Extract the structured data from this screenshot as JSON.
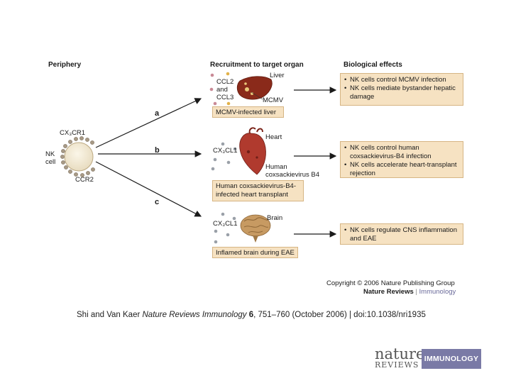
{
  "headers": {
    "periphery": "Periphery",
    "recruitment": "Recruitment to target organ",
    "effects": "Biological effects"
  },
  "cell": {
    "receptor_top": "CX₃CR1",
    "name": "NK\ncell",
    "receptor_bottom": "CCR2"
  },
  "paths": {
    "a": "a",
    "b": "b",
    "c": "c"
  },
  "liver": {
    "chemokines": "CCL2\nand\nCCL3",
    "organ": "Liver",
    "virus": "MCMV",
    "caption": "MCMV-infected liver",
    "effects": [
      "NK cells control MCMV infection",
      "NK cells mediate bystander hepatic damage"
    ]
  },
  "heart": {
    "chemokine": "CX₃CL1",
    "organ": "Heart",
    "virus": "Human\ncoxsackievirus B4",
    "caption": "Human coxsackievirus-B4-\ninfected heart transplant",
    "effects": [
      "NK cells control human coxsackievirus-B4 infection",
      "NK cells accelerate heart-transplant rejection"
    ]
  },
  "brain": {
    "chemokine": "CX₃CL1",
    "organ": "Brain",
    "caption": "Inflamed brain during EAE",
    "effects": [
      "NK cells regulate CNS inflammation and EAE"
    ]
  },
  "copyright": {
    "line1": "Copyright © 2006 Nature Publishing Group",
    "journal": "Nature Reviews",
    "separator": "|",
    "section": "Immunology"
  },
  "citation": {
    "authors": "Shi and Van Kaer ",
    "journal": "Nature Reviews Immunology",
    "volume": " 6",
    "rest": ", 751–760 (October 2006) | doi:10.1038/nri1935"
  },
  "logo": {
    "nature": "nature",
    "reviews": "REVIEWS",
    "immunology": "IMMUNOLOGY"
  },
  "colors": {
    "box_fill": "#f6e2c2",
    "box_border": "#d6b584",
    "logo_block": "#7a7aa6",
    "liver": "#8a2a1a",
    "heart": "#b03a2e"
  }
}
